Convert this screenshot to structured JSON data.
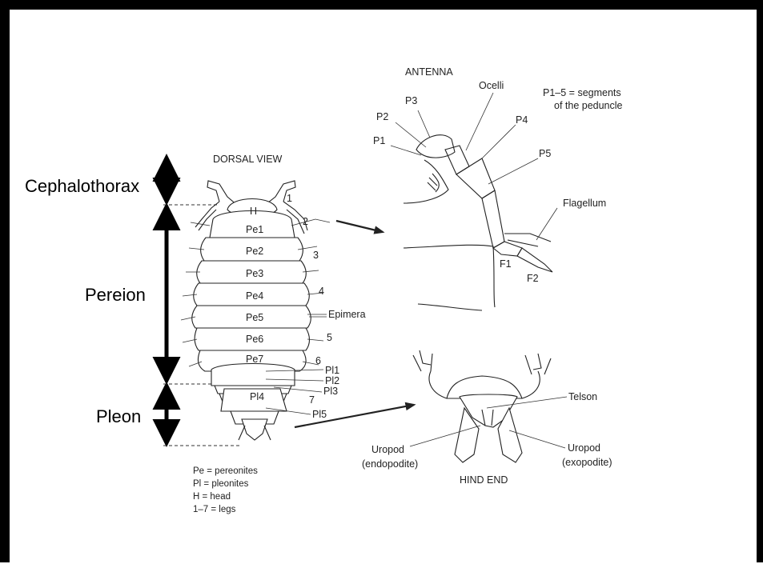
{
  "regions": {
    "cephalothorax": "Cephalothorax",
    "pereion": "Pereion",
    "pleon": "Pleon"
  },
  "dorsal": {
    "title": "DORSAL VIEW",
    "head": "H",
    "pereonites": [
      "Pe1",
      "Pe2",
      "Pe3",
      "Pe4",
      "Pe5",
      "Pe6",
      "Pe7"
    ],
    "legs": [
      "1",
      "2",
      "3",
      "4",
      "5",
      "6",
      "7"
    ],
    "epimera": "Epimera",
    "pleonites": [
      "Pl1",
      "Pl2",
      "Pl3",
      "Pl4",
      "Pl5"
    ]
  },
  "key": [
    "Pe = pereonites",
    "Pl = pleonites",
    "H = head",
    "1–7 = legs"
  ],
  "antenna": {
    "title": "ANTENNA",
    "note_line1": "P1–5 = segments",
    "note_line2": "of the peduncle",
    "ocelli": "Ocelli",
    "peduncle": [
      "P1",
      "P2",
      "P3",
      "P4",
      "P5"
    ],
    "flagellum": "Flagellum",
    "flagellum_segments": [
      "F1",
      "F2"
    ]
  },
  "hind_end": {
    "title": "HIND END",
    "telson": "Telson",
    "uropod_endo_1": "Uropod",
    "uropod_endo_2": "(endopodite)",
    "uropod_exo_1": "Uropod",
    "uropod_exo_2": "(exopodite)"
  }
}
